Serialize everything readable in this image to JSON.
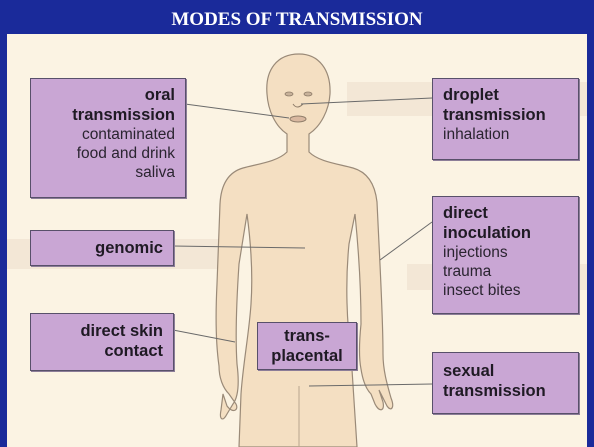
{
  "title": "MODES OF TRANSMISSION",
  "labels": {
    "oral": {
      "heading_lines": [
        "oral",
        "transmission"
      ],
      "details": [
        "contaminated",
        "food and drink",
        "saliva"
      ]
    },
    "genomic": {
      "heading_lines": [
        "genomic"
      ]
    },
    "direct_skin": {
      "heading_lines": [
        "direct skin",
        "contact"
      ]
    },
    "transplacental": {
      "heading_lines": [
        "trans-",
        "placental"
      ]
    },
    "droplet": {
      "heading_lines": [
        "droplet",
        "transmission"
      ],
      "details": [
        "inhalation"
      ]
    },
    "direct_inoculation": {
      "heading_lines": [
        "direct",
        "inoculation"
      ],
      "details": [
        "injections",
        "trauma",
        "insect bites"
      ]
    },
    "sexual": {
      "heading_lines": [
        "sexual",
        "transmission"
      ]
    }
  },
  "colors": {
    "frame": "#1a2a9a",
    "background": "#fbf3e3",
    "label_fill": "#c9a6d4",
    "body_fill": "#f4dfc2"
  }
}
